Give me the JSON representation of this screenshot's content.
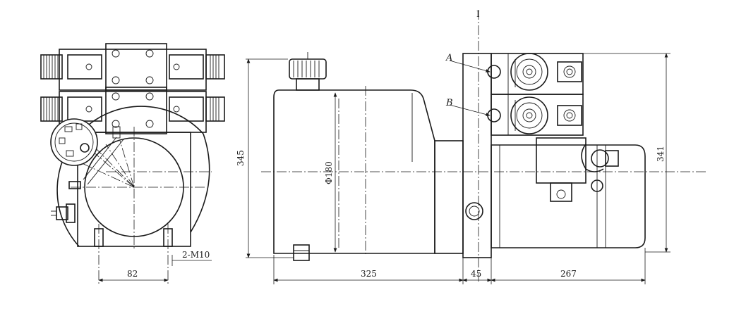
{
  "dimensions": {
    "front_width": "82",
    "thread": "2-M10",
    "tank_height": "345",
    "tank_diameter": "Φ180",
    "tank_length": "325",
    "adapter_length": "45",
    "motor_length": "267",
    "overall_height": "341"
  },
  "ports": {
    "a": "A",
    "b": "B"
  },
  "section_mark": "I"
}
